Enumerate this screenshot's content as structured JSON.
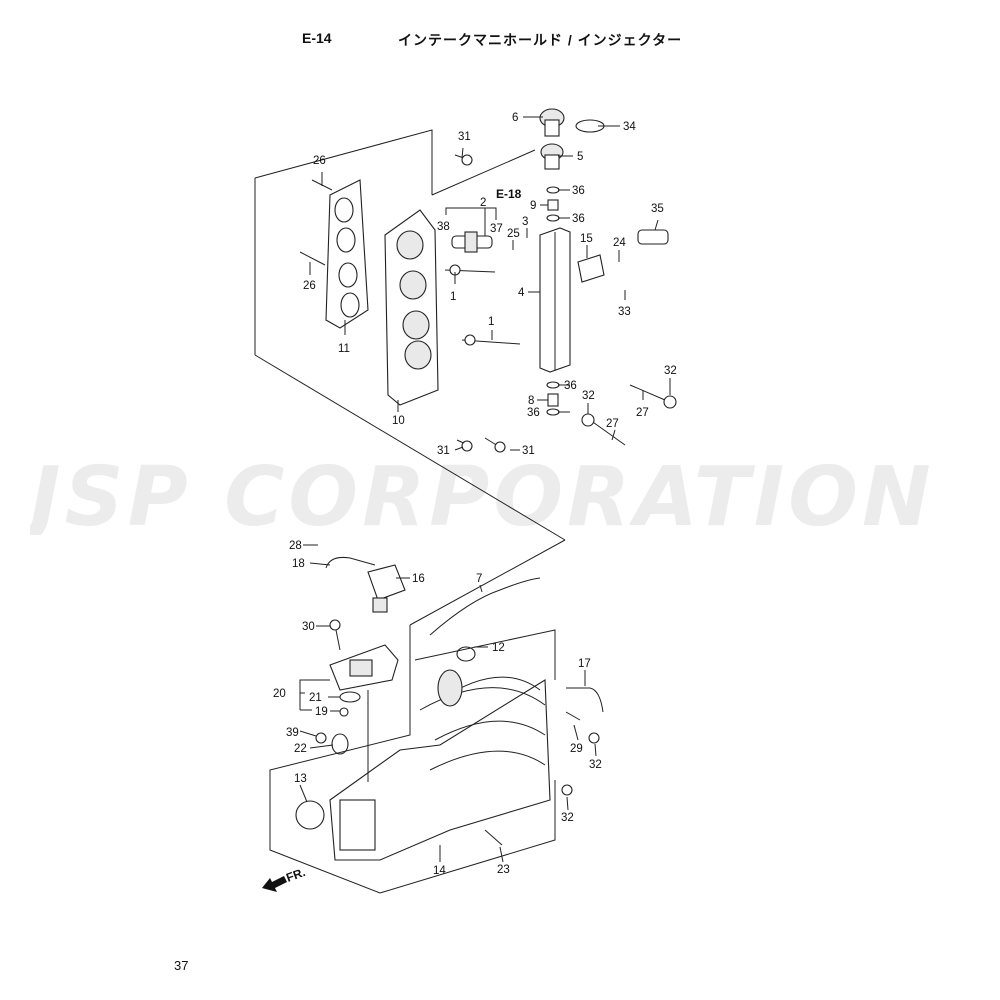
{
  "header": {
    "code": "E-14",
    "title": "インテークマニホールド / インジェクター"
  },
  "page_number": "37",
  "watermark": "JSP CORPORATION",
  "ref_label": "E-18",
  "front_label": "FR.",
  "callouts": [
    "1",
    "1",
    "2",
    "3",
    "4",
    "5",
    "6",
    "7",
    "8",
    "9",
    "10",
    "11",
    "12",
    "13",
    "14",
    "15",
    "16",
    "17",
    "18",
    "19",
    "20",
    "21",
    "22",
    "23",
    "24",
    "25",
    "26",
    "26",
    "27",
    "27",
    "28",
    "29",
    "30",
    "31",
    "31",
    "31",
    "32",
    "32",
    "32",
    "32",
    "33",
    "34",
    "35",
    "36",
    "36",
    "36",
    "36",
    "37",
    "38",
    "39"
  ]
}
